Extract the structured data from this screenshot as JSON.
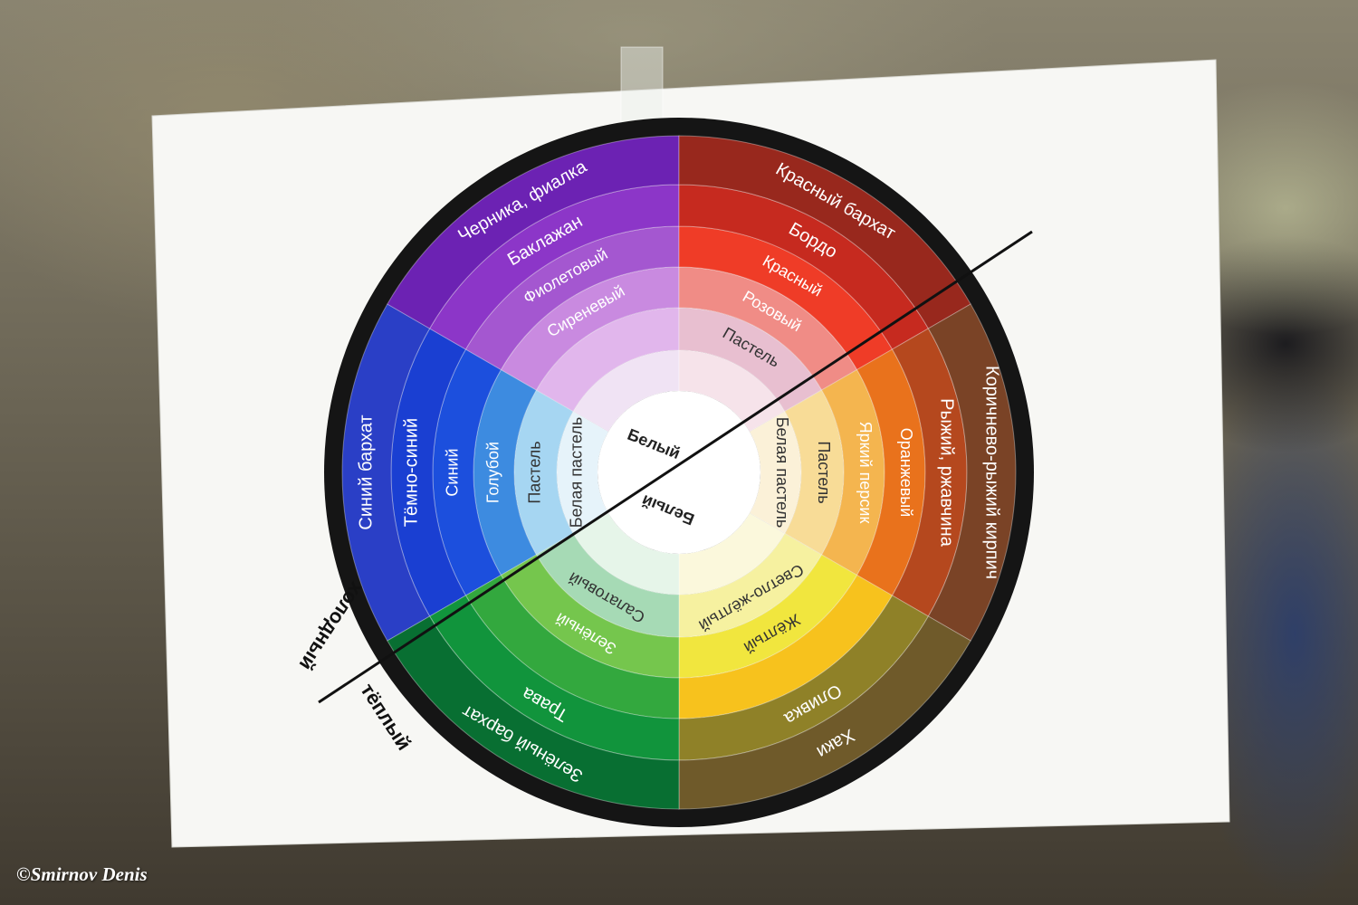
{
  "credit": "©Smirnov Denis",
  "axis_labels": {
    "cold": "холодный",
    "warm": "тёплый"
  },
  "wheel": {
    "center_top": "Белый",
    "center_bottom": "Белый",
    "sectors": [
      {
        "name": "blue",
        "colors": [
          "#e6f3fa",
          "#a6d6f2",
          "#3d8be0",
          "#1c4fdd",
          "#1a3fd2",
          "#2a3fc6"
        ],
        "labels": [
          "Белая пастель",
          "Пастель",
          "Голубой",
          "Синий",
          "Тёмно-синий",
          "Синий бархат"
        ]
      },
      {
        "name": "violet",
        "colors": [
          "#f0e3f4",
          "#e1b6ec",
          "#c98ae0",
          "#a457d0",
          "#8c36c8",
          "#6c22b3"
        ],
        "labels": [
          "",
          "",
          "Сиреневый",
          "Фиолетовый",
          "Баклажан",
          "Черника, фиалка"
        ]
      },
      {
        "name": "red",
        "colors": [
          "#f6e3ea",
          "#e8bfd0",
          "#f08c86",
          "#ef3c27",
          "#c62a1f",
          "#98281d"
        ],
        "labels": [
          "",
          "Пастель",
          "Розовый",
          "Красный",
          "Бордо",
          "Красный бархат"
        ]
      },
      {
        "name": "orange",
        "colors": [
          "#fbf1d8",
          "#f8dc97",
          "#f4b54f",
          "#e9721c",
          "#b5481e",
          "#7a4326"
        ],
        "labels": [
          "Белая пастель",
          "Пастель",
          "Яркий персик",
          "Оранжевый",
          "Рыжий, ржавчина",
          "Коричнево-рыжий кирпич"
        ]
      },
      {
        "name": "yellow",
        "colors": [
          "#fbf8dc",
          "#f6f1a0",
          "#f1e63e",
          "#f7c21d",
          "#8f8128",
          "#6f5a2a"
        ],
        "labels": [
          "",
          "Светло-жёлтый",
          "Жёлтый",
          "",
          "Оливка",
          "Хаки"
        ]
      },
      {
        "name": "green",
        "colors": [
          "#e6f5e9",
          "#a6dab5",
          "#75c64d",
          "#33a83e",
          "#11943c",
          "#086f32"
        ],
        "labels": [
          "",
          "Салатовый",
          "Зелёный",
          "",
          "Трава",
          "Зелёный бархат"
        ]
      }
    ]
  }
}
